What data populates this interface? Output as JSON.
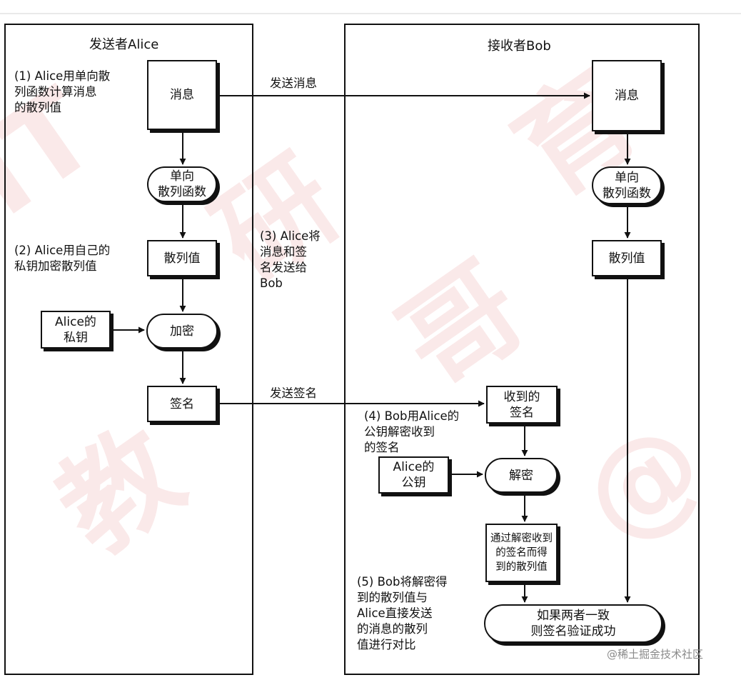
{
  "panels": {
    "sender_title": "发送者Alice",
    "receiver_title": "接收者Bob"
  },
  "sender": {
    "message": "消息",
    "hash_func": "单向\n散列函数",
    "hash_value": "散列值",
    "private_key": "Alice的\n私钥",
    "encrypt": "加密",
    "signature": "签名"
  },
  "receiver": {
    "message": "消息",
    "hash_func": "单向\n散列函数",
    "hash_value": "散列值",
    "received_signature": "收到的\n签名",
    "public_key": "Alice的\n公钥",
    "decrypt": "解密",
    "decrypted_hash": "通过解密收到\n的签名而得\n到的散列值",
    "verify": "如果两者一致\n则签名验证成功"
  },
  "labels": {
    "send_message": "发送消息",
    "send_signature": "发送签名"
  },
  "steps": {
    "step1": "(1) Alice用单向散\n列函数计算消息\n的散列值",
    "step2": "(2) Alice用自己的\n私钥加密散列值",
    "step3": "(3) Alice将\n消息和签\n名发送给\nBob",
    "step4": "(4) Bob用Alice的\n公钥解密收到\n的签名",
    "step5": "(5) Bob将解密得\n到的散列值与\nAlice直接发送\n的消息的散列\n值进行对比"
  },
  "watermark": [
    "IT",
    "研",
    "哥",
    "教",
    "育",
    "@"
  ],
  "credit": "@稀土掘金技术社区",
  "colors": {
    "line": "#111111",
    "watermark": "#e06a6a"
  }
}
